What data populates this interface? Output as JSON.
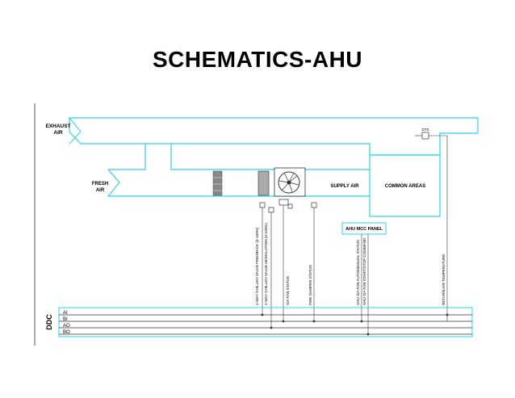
{
  "title": "SCHEMATICS-AHU",
  "labels": {
    "exhaust_air": [
      "EXHAUST",
      "AIR"
    ],
    "fresh_air": [
      "FRESH",
      "AIR"
    ],
    "supply_air": "SUPPLY AIR",
    "common_areas": "COMMON AREAS",
    "ahu_mcc_panel": "AHU MCC PANEL",
    "dts": "DTS",
    "ddc": "DDC"
  },
  "bus_lines": [
    "AI",
    "BI",
    "AO",
    "BO"
  ],
  "signals": [
    "2-WAY CHILLED VALVE FEEDBACK (0-100%)",
    "2-WAY CHILLED VALVE MODULATION (0-100%)",
    "S/A FAN STATUS",
    "FIRE DAMPER STATUS",
    "AHU S/A FAN AUTO/MANUAL STATUS",
    "AHU S/A FAN START/STOP COMMAND",
    "RETURN AIR TEMPERATURE"
  ],
  "colors": {
    "duct": "#2ad4e8",
    "line": "#333333",
    "text": "#000000"
  }
}
